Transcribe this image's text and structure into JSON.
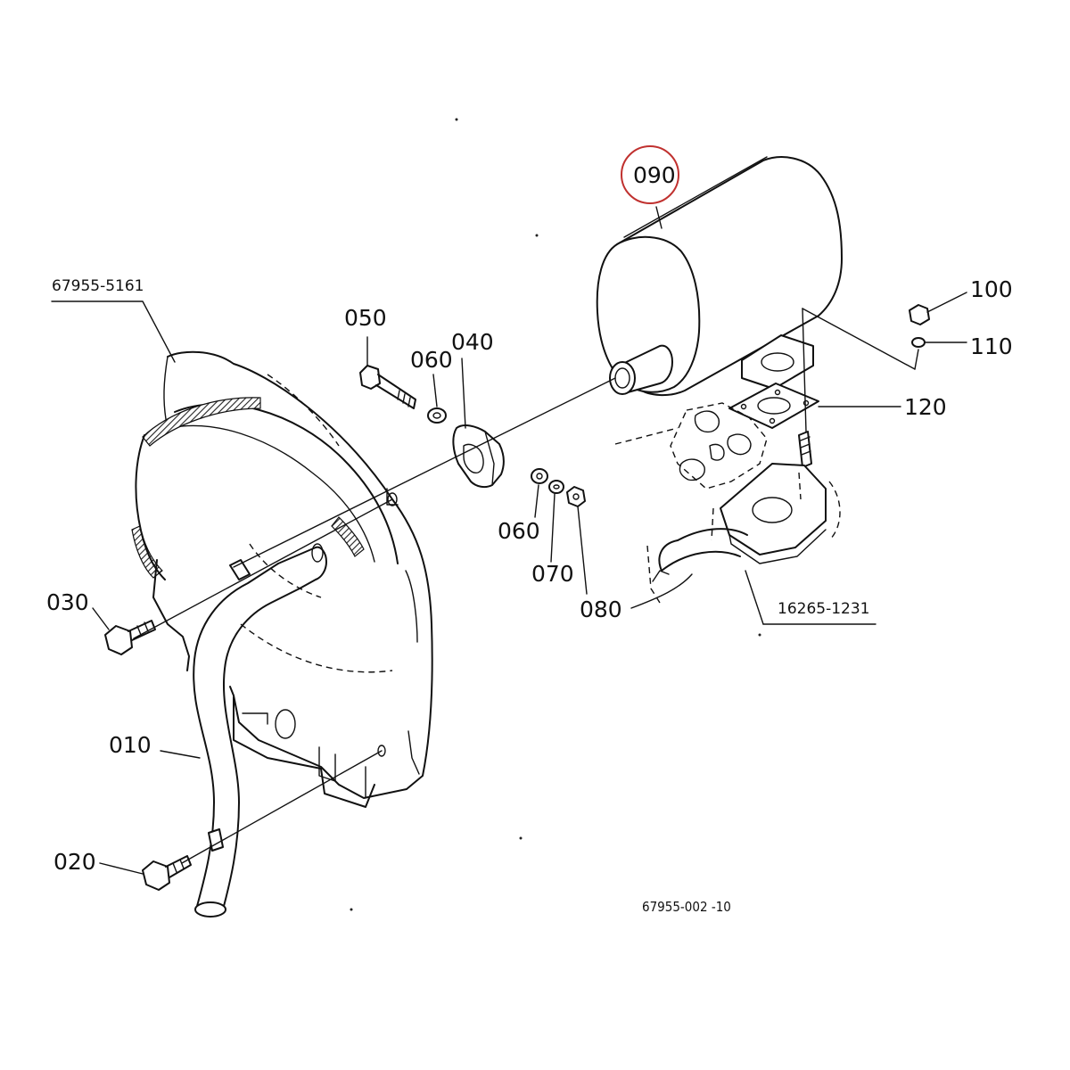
{
  "callouts": {
    "c010": "010",
    "c020": "020",
    "c030": "030",
    "c040": "040",
    "c050": "050",
    "c060a": "060",
    "c060b": "060",
    "c070": "070",
    "c080": "080",
    "c090": "090",
    "c100": "100",
    "c110": "110",
    "c120": "120"
  },
  "references": {
    "shroud_ref": "67955-5161",
    "manifold_ref": "16265-1231"
  },
  "drawing_number": "67955-002 -10",
  "highlight": {
    "callout": "090",
    "color": "#c0312f"
  }
}
